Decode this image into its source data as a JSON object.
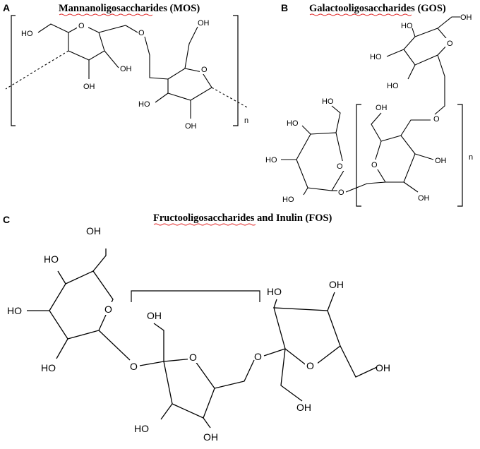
{
  "panels": [
    {
      "letter": "A",
      "title": "Mannanoligosaccharides (MOS)",
      "repeat": "n"
    },
    {
      "letter": "B",
      "title": "Galactooligosaccharides (GOS)",
      "repeat": "n"
    },
    {
      "letter": "C",
      "title": "Fructooligosaccharides and Inulin (FOS)"
    }
  ],
  "atoms": {
    "hydroxyl": "OH",
    "hydroxyl_left": "HO",
    "oxygen": "O"
  }
}
